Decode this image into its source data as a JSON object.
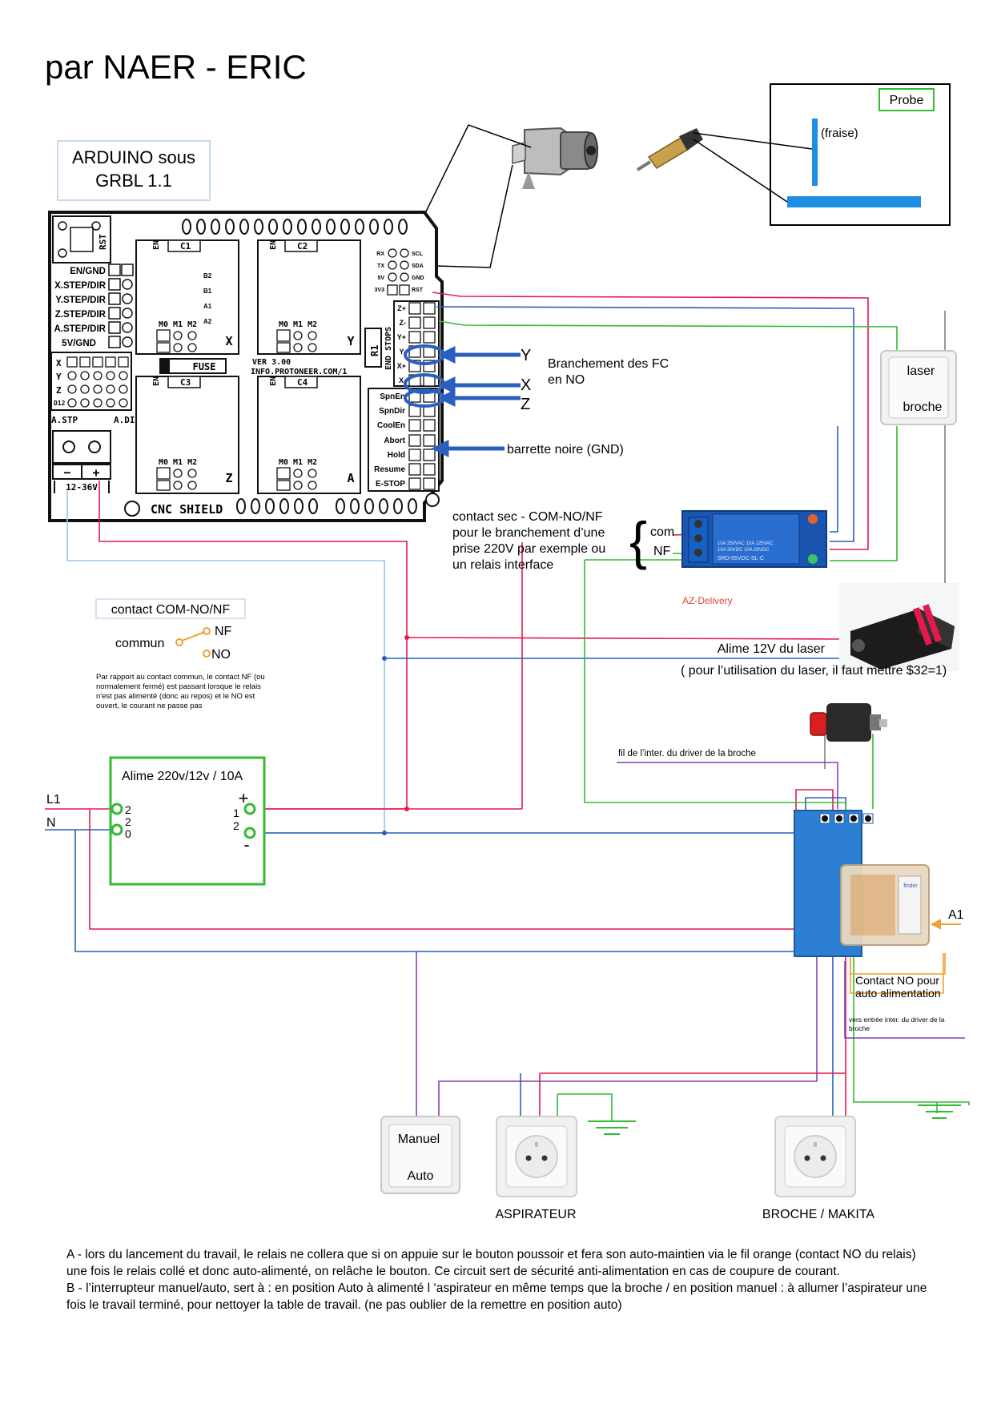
{
  "title": "par NAER - ERIC",
  "arduino_box": {
    "line1": "ARDUINO sous",
    "line2": "GRBL 1.1"
  },
  "probe": {
    "label": "Probe",
    "tool": "(fraise)"
  },
  "cnc_shield": {
    "name": "CNC SHIELD",
    "version_line1": "VER 3.00",
    "version_line2": "INFO.PROTONEER.COM/1",
    "fuse": "FUSE",
    "power": "12-36V",
    "minus": "−",
    "plus": "+",
    "left_labels": [
      "EN/GND",
      "X.STEP/DIR",
      "Y.STEP/DIR",
      "Z.STEP/DIR",
      "A.STEP/DIR",
      "5V/GND"
    ],
    "left_axis": [
      "X",
      "Y",
      "Z"
    ],
    "a_step": "A.STP",
    "a_dir": "A.DIR",
    "d12": "D12",
    "rst": "RST",
    "drivers": [
      {
        "cap": "C1",
        "axis": "X",
        "pins": "M0 M1 M2",
        "en": "EN"
      },
      {
        "cap": "C2",
        "axis": "Y",
        "pins": "M0 M1 M2",
        "en": "EN"
      },
      {
        "cap": "C3",
        "axis": "Z",
        "pins": "M0 M1 M2",
        "en": "EN"
      },
      {
        "cap": "C4",
        "axis": "A",
        "pins": "M0 M1 M2",
        "en": "EN"
      }
    ],
    "side_pins": [
      "B2",
      "B1",
      "A1",
      "A2"
    ],
    "end_stops_title": "END STOPS",
    "end_stops": [
      "Z+",
      "Z-",
      "Y+",
      "Y-",
      "X+",
      "X-"
    ],
    "r1": "R1",
    "spindle_rows": [
      "SpnEn",
      "SpnDir",
      "CoolEn",
      "Abort",
      "Hold",
      "Resume",
      "E-STOP"
    ],
    "i2c_left": [
      "RX",
      "TX",
      "5V",
      "3V3"
    ],
    "i2c_right": [
      "SCL",
      "SDA",
      "GND",
      "RST"
    ]
  },
  "fc": {
    "y": "Y",
    "x": "X",
    "z": "Z",
    "text_line1": "Branchement des FC",
    "text_line2": "en NO"
  },
  "gnd_bar": "barrette noire (GND)",
  "switch_box": {
    "line1": "laser",
    "line2": "broche"
  },
  "relay": {
    "desc": [
      "contact sec - COM-NO/NF",
      "pour le branchement d’une",
      "prise 220V par exemple ou",
      "un relais interface"
    ],
    "com": "com",
    "nf": "NF",
    "spec_line1": "10A 250VAC  10A 125VAC",
    "spec_line2": "10A  30VDC  10A  28VDC",
    "model": "SRD-05VDC-SL-C",
    "brand": "AZ-Delivery"
  },
  "legend": {
    "title": "contact COM-NO/NF",
    "nf": "NF",
    "common": "commun",
    "no": "NO",
    "text_lines": [
      "Par rapport au contact commun, le contact NF (ou",
      "normalement fermé) est passant lorsque le relais",
      "n'est pas alimenté (donc au repos) et le NO est",
      "ouvert, le courant ne passe pas"
    ]
  },
  "laser": {
    "line1": "Alime 12V du laser",
    "line2": "( pour l’utilisation du laser, il faut mettre $32=1)"
  },
  "psu": {
    "title": "Alime 220v/12v / 10A",
    "l1": "L1",
    "n": "N",
    "in_pin1": "2",
    "in_pin2": "2",
    "in_pin3": "0",
    "out_plus": "+",
    "out_minus": "-",
    "out_pin1": "1",
    "out_pin2": "2"
  },
  "spindle_wire": "fil de l’inter. du driver de la broche",
  "power_relay": {
    "a1": "A1",
    "contact_no_line1": "Contact NO pour",
    "contact_no_line2": "auto alimentation",
    "to_driver_line1": "vers entrée inter. du driver de la",
    "to_driver_line2": "broche",
    "brand": "finder"
  },
  "manual_switch": {
    "line1": "Manuel",
    "line2": "Auto"
  },
  "outlets": {
    "vacuum": "ASPIRATEUR",
    "spindle": "BROCHE / MAKITA"
  },
  "footer": {
    "a": "A - lors du lancement du travail, le relais ne collera que si on appuie sur le bouton poussoir et fera son auto-maintien via le fil orange (contact NO du relais) une fois le relais collé et donc auto-alimenté, on relâche le bouton. Ce circuit sert de sécurité anti-alimentation en cas de coupure de courant.",
    "b": "B - l’interrupteur manuel/auto, sert à : en position Auto à alimenté l ‘aspirateur en même temps que la broche  /  en position manuel : à allumer l’aspirateur une fois le travail terminé, pour nettoyer la table de travail. (ne pas oublier de la remettre en position auto)"
  },
  "colors": {
    "red": "#e5194c",
    "blue": "#2b5fbf",
    "green": "#33bb33",
    "purple": "#8a3fb5",
    "orange": "#f0a030",
    "probe_blue": "#1a8fe3",
    "board_black": "#111111"
  }
}
